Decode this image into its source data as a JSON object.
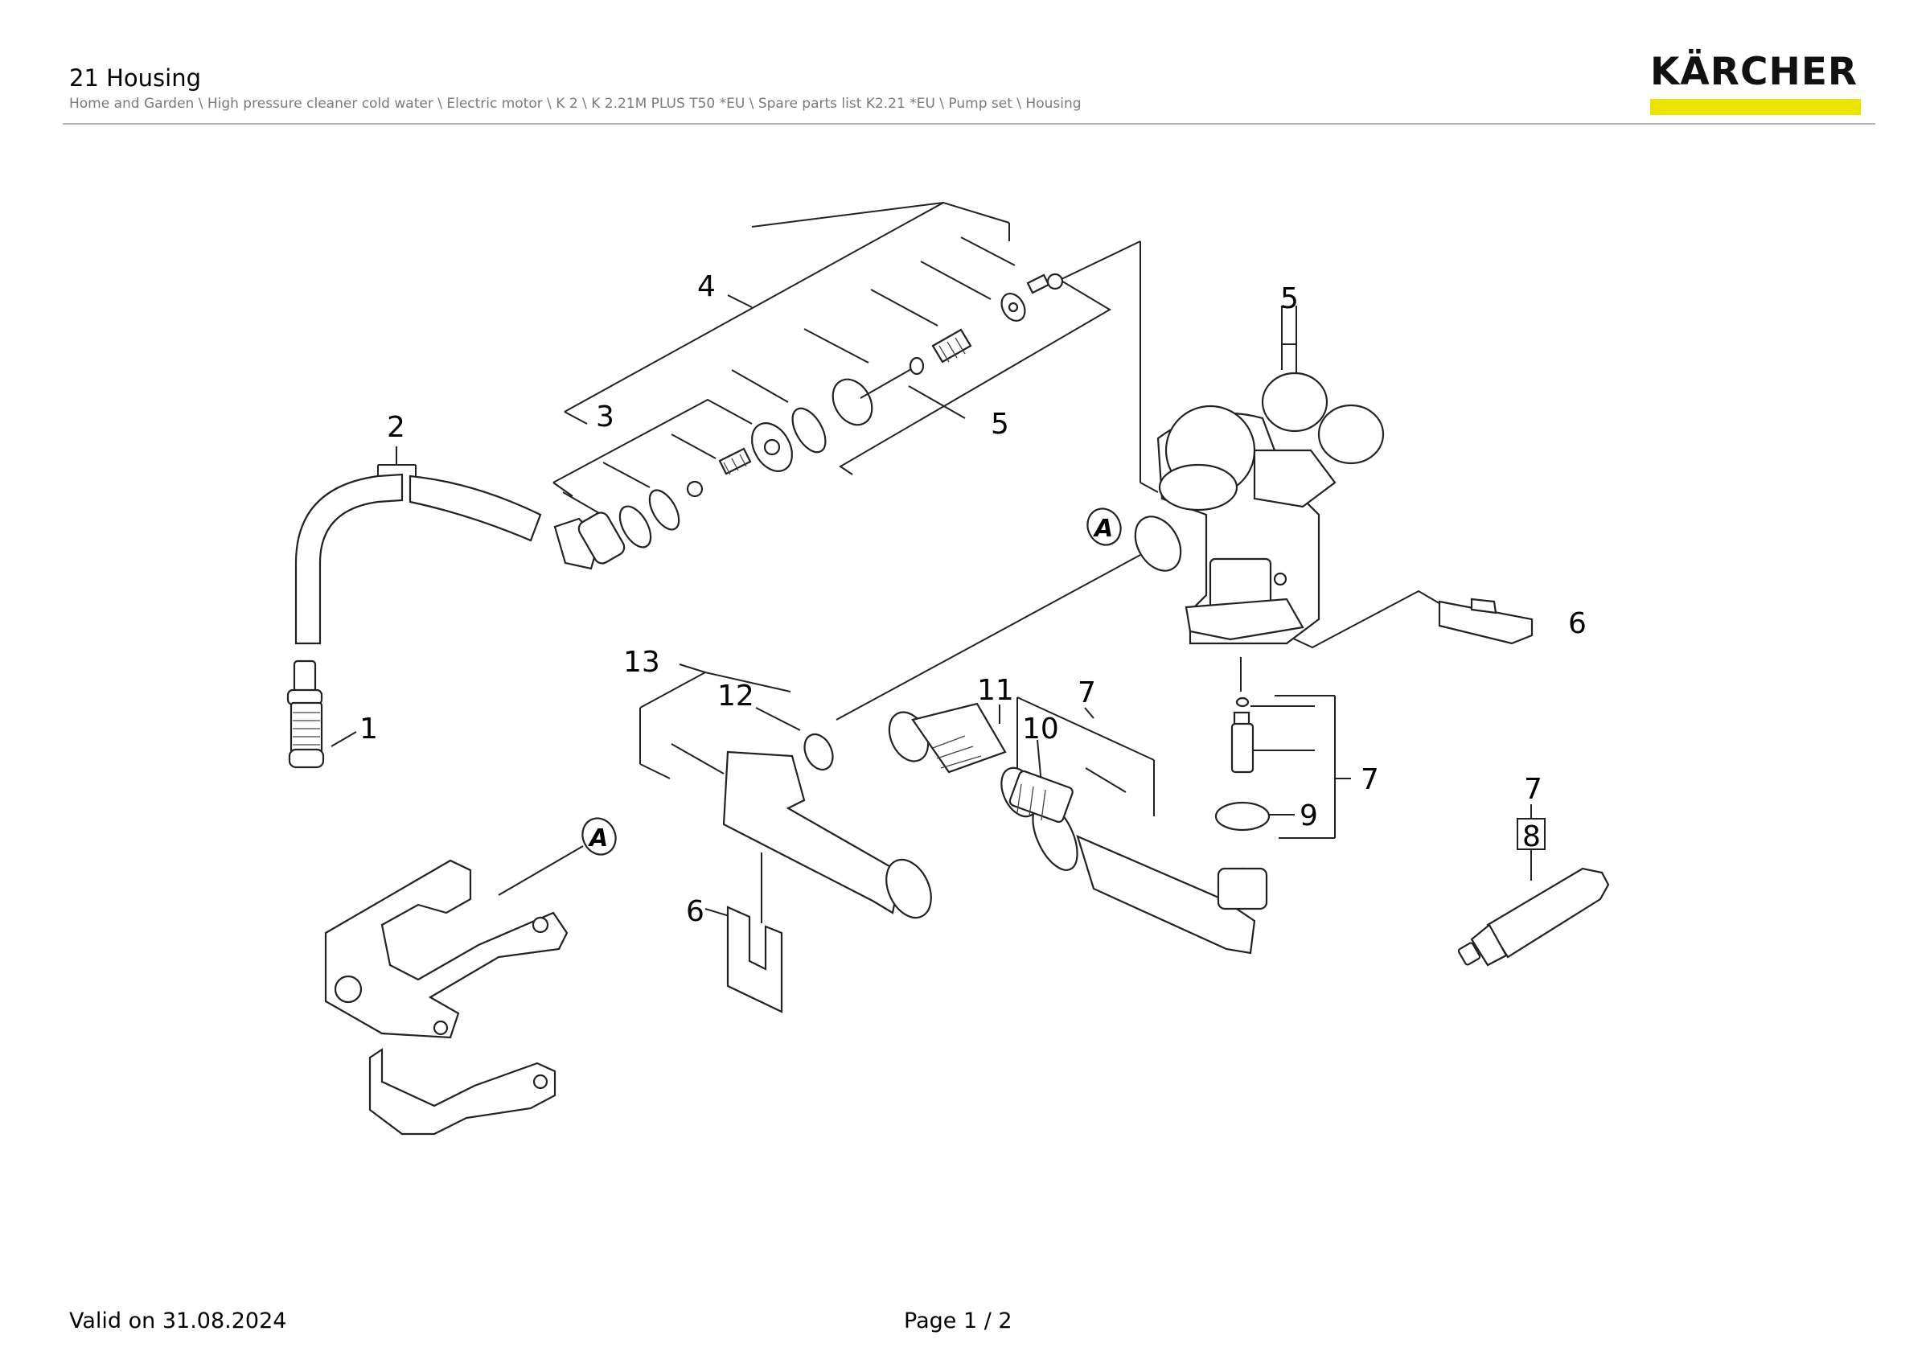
{
  "header": {
    "title": "21 Housing",
    "breadcrumb": "Home and Garden \\ High pressure cleaner cold water \\ Electric motor \\ K 2 \\ K 2.21M PLUS T50 *EU \\ Spare parts list K2.21 *EU \\ Pump set \\ Housing"
  },
  "brand": {
    "logo_text": "KÄRCHER",
    "accent_color": "#ebe300"
  },
  "diagram": {
    "callouts": {
      "c1": "1",
      "c2": "2",
      "c3": "3",
      "c4": "4",
      "c5a": "5",
      "c5b": "5",
      "c6a": "6",
      "c6b": "6",
      "c7a": "7",
      "c7b": "7",
      "c7c": "7",
      "c8": "8",
      "c9": "9",
      "c10": "10",
      "c11": "11",
      "c12": "12",
      "c13": "13"
    },
    "reference_marks": {
      "a1": "A",
      "a2": "A"
    }
  },
  "footer": {
    "valid_on": "Valid on 31.08.2024",
    "page": "Page 1 / 2"
  }
}
